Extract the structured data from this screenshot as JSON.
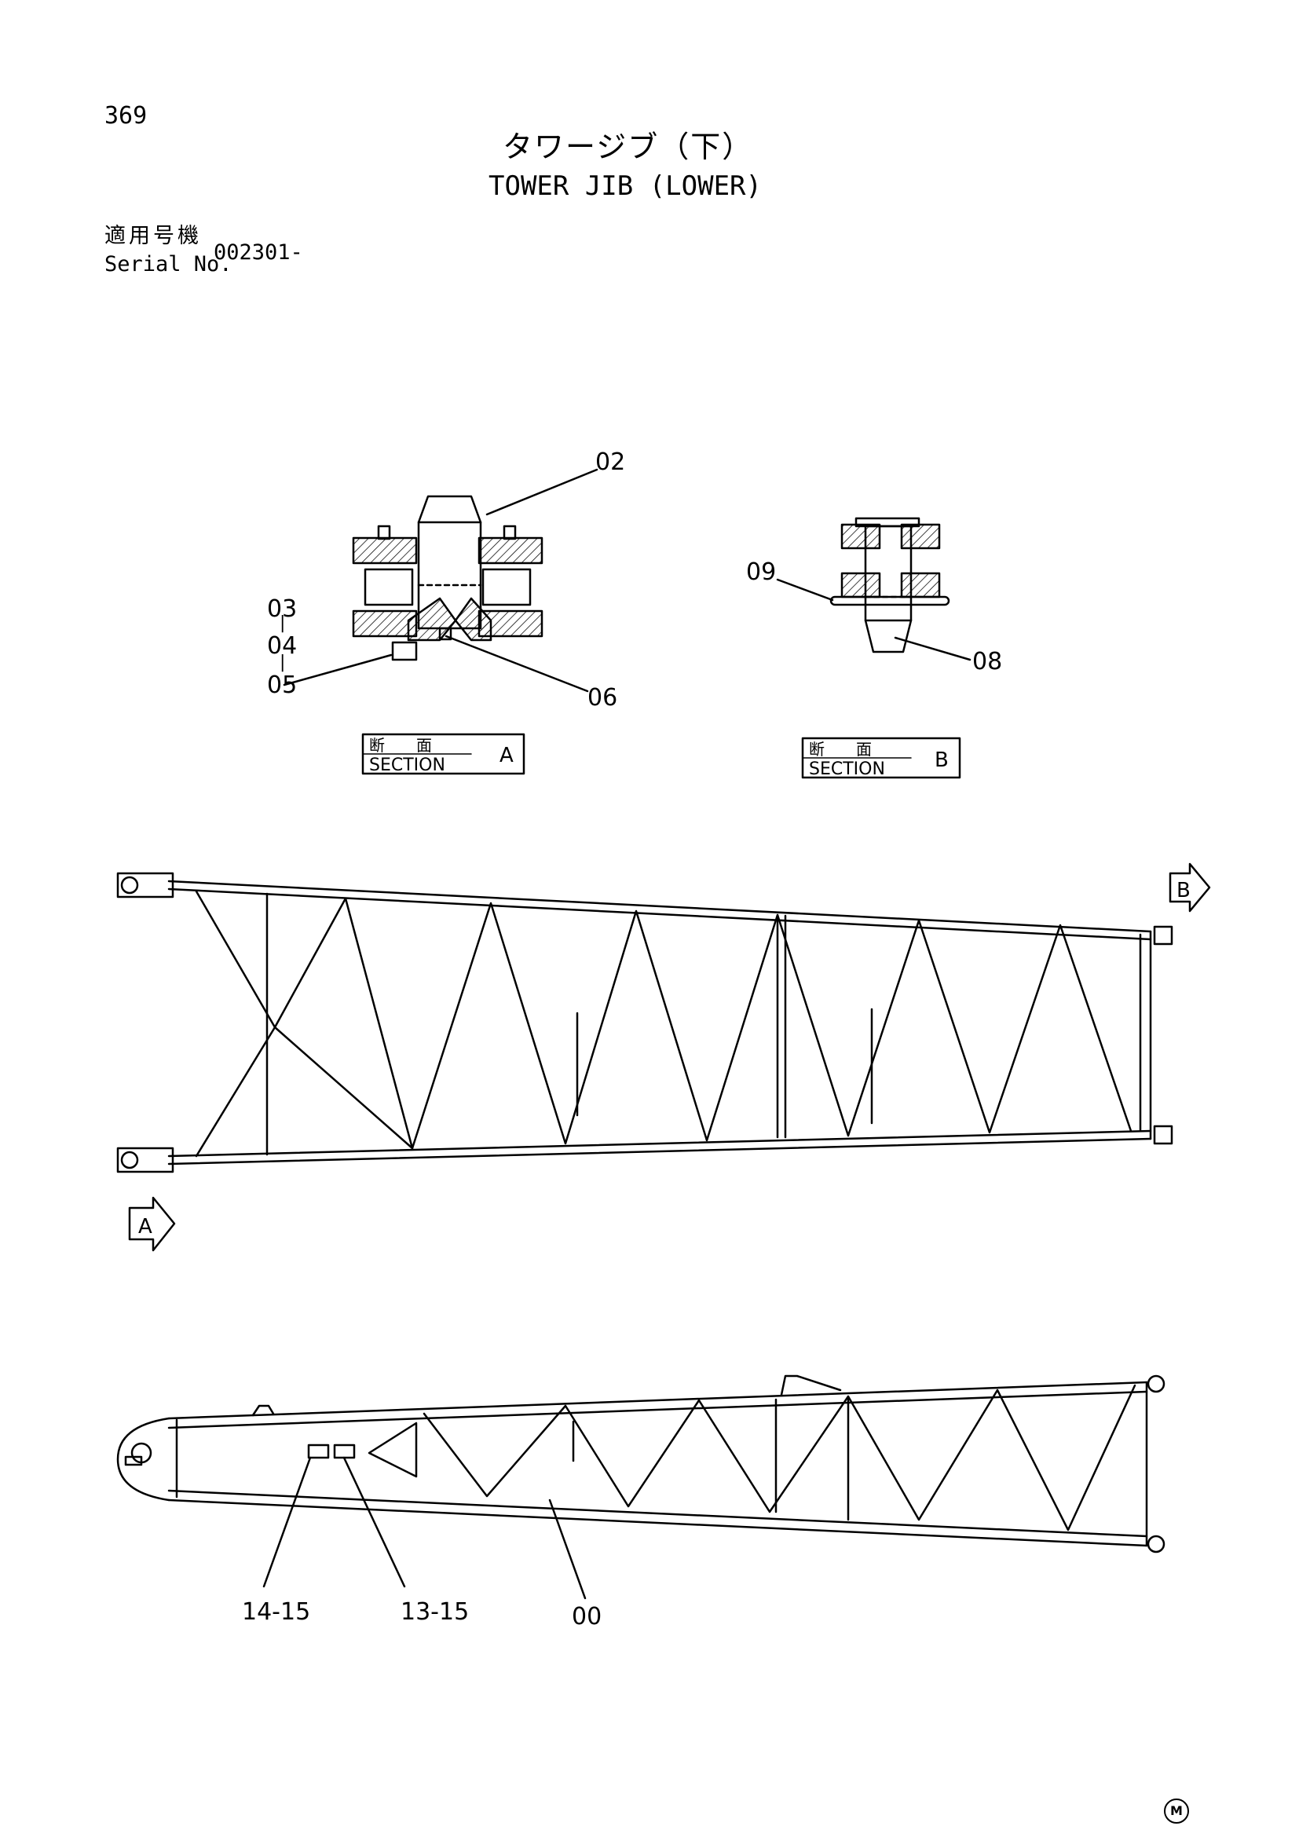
{
  "page_number": "369",
  "title_jp": "タワージブ（下）",
  "title_en": "TOWER JIB (LOWER)",
  "serial_label_jp": "適用号機",
  "serial_label_en": "Serial No.",
  "serial_value": "002301-",
  "section_a": {
    "label_jp": "断　　面",
    "label_en": "SECTION",
    "letter": "A"
  },
  "section_b": {
    "label_jp": "断　　面",
    "label_en": "SECTION",
    "letter": "B"
  },
  "arrow_b_letter": "B",
  "arrow_a_letter": "A",
  "callouts": {
    "c02": "02",
    "c03": "03",
    "c04": "04",
    "c05": "05",
    "c06": "06",
    "c08": "08",
    "c09": "09",
    "c14_15": "14-15",
    "c13_15": "13-15",
    "c00": "00"
  },
  "maker_mark": "M"
}
